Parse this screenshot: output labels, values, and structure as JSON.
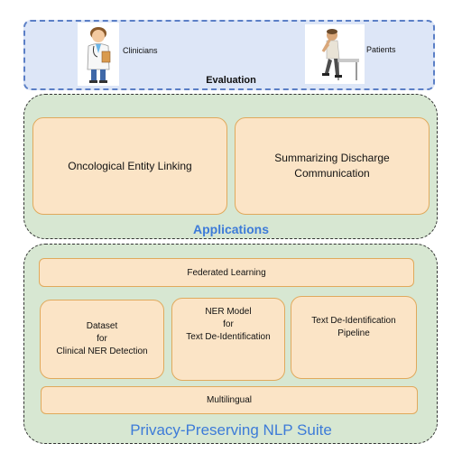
{
  "evaluation": {
    "title": "Evaluation",
    "clinicians_label": "Clinicians",
    "patients_label": "Patients"
  },
  "applications": {
    "title": "Applications",
    "items": [
      {
        "label": "Oncological Entity Linking"
      },
      {
        "label": "Summarizing Discharge\nCommunication"
      }
    ]
  },
  "suite": {
    "title": "Privacy-Preserving NLP Suite",
    "federated": "Federated Learning",
    "modules": [
      {
        "label": "Dataset\nfor\nClinical NER Detection"
      },
      {
        "label": "NER Model\nfor\nText De-Identification"
      },
      {
        "label": "Text De-Identification\nPipeline"
      }
    ],
    "multilingual": "Multilingual"
  },
  "colors": {
    "eval_fill": "#dde6f7",
    "eval_border": "#5b7fc6",
    "panel_fill": "#d7e7d2",
    "box_fill": "#fbe4c6",
    "box_border": "#e0a95c",
    "accent_blue": "#3d7bd8"
  },
  "icons": {
    "clinician": "doctor-illustration",
    "patient": "seated-patient-illustration"
  }
}
